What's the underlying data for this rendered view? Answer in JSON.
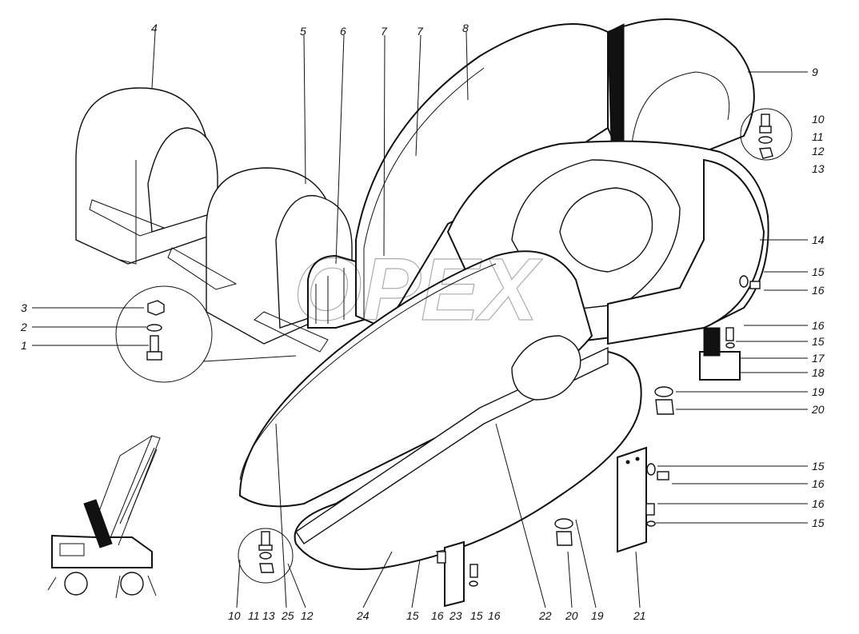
{
  "diagram": {
    "callouts": [
      "1",
      "2",
      "3",
      "4",
      "5",
      "6",
      "7",
      "7",
      "8",
      "9",
      "10",
      "11",
      "12",
      "13",
      "14",
      "15",
      "16",
      "16",
      "15",
      "17",
      "18",
      "19",
      "20",
      "15",
      "16",
      "16",
      "15",
      "10",
      "11",
      "13",
      "25",
      "12",
      "24",
      "15",
      "16",
      "23",
      "15",
      "16",
      "22",
      "20",
      "19",
      "21"
    ]
  },
  "watermark": "OPEX"
}
